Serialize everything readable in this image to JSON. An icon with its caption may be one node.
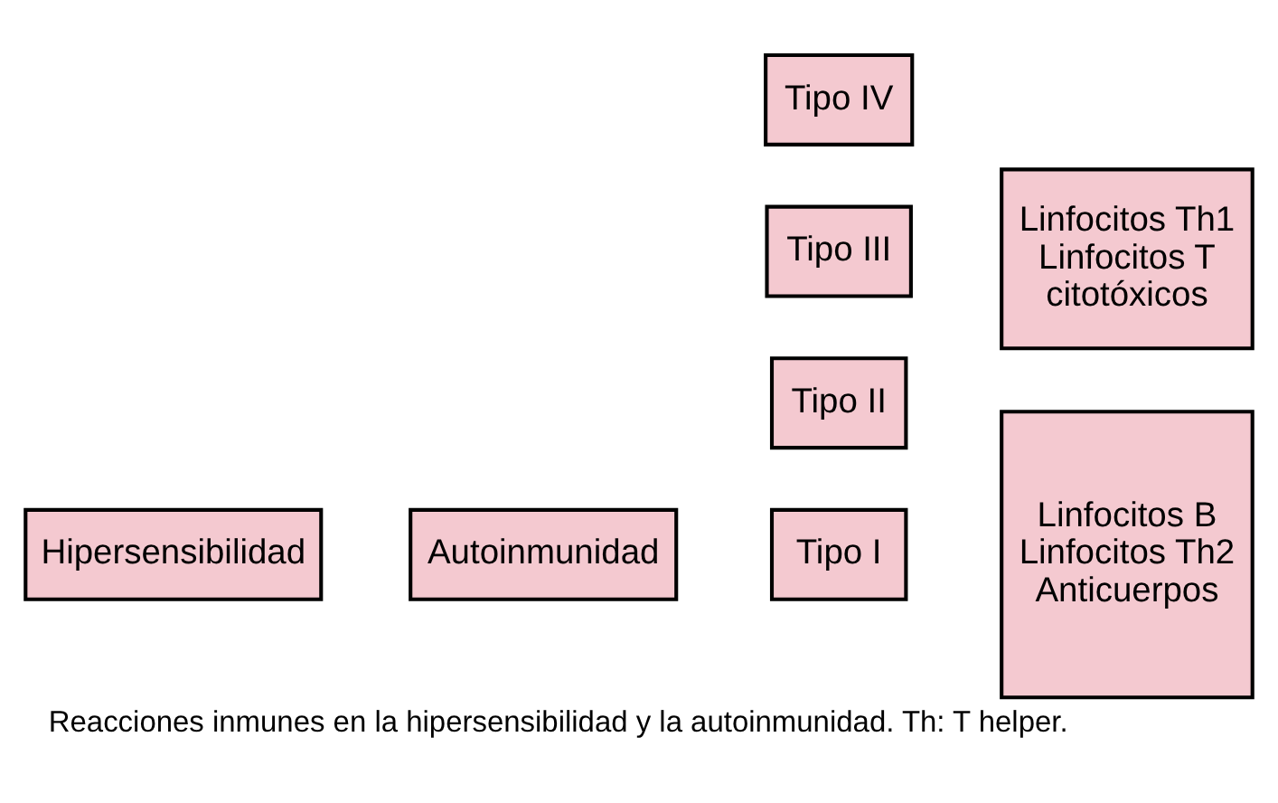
{
  "diagram": {
    "caption": "Reacciones inmunes en la hipersensibilidad y la autoinmunidad. Th: T helper.",
    "nodes": [
      {
        "text": [
          "Hipersensibilidad"
        ]
      },
      {
        "text": [
          "Autoinmunidad"
        ]
      },
      {
        "text": [
          "Tipo I"
        ]
      },
      {
        "text": [
          "Tipo II"
        ]
      },
      {
        "text": [
          "Tipo III"
        ]
      },
      {
        "text": [
          "Tipo IV"
        ]
      },
      {
        "text": [
          "Linfocitos B Linfocitos Th2 Anticuerpos"
        ]
      },
      {
        "text": [
          "Linfocitos Th1 Linfocitos T citotóxicos"
        ]
      }
    ],
    "edges": []
  }
}
